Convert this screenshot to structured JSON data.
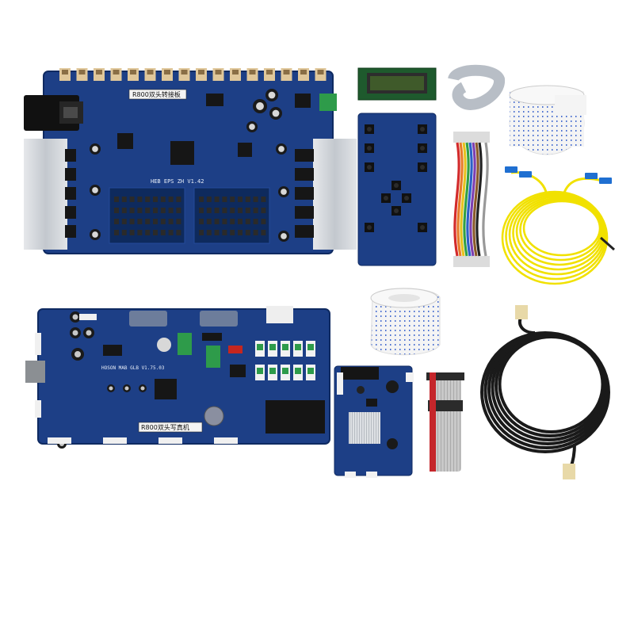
{
  "top_board": {
    "sticker": "R800双头转接板",
    "silk_model": "HEB EPS ZH V1.42"
  },
  "bottom_board": {
    "sticker": "R800双头写真机",
    "silk_model": "HOSON MAB GLB V1.75.03"
  },
  "colors": {
    "pcb_blue": "#1d3f86",
    "pcb_dark": "#14306b",
    "heatsink": "#cfd3d8",
    "fiber_yellow": "#f1e100",
    "fiber_connector": "#1f6fd1",
    "lan_cable": "#1a1a1a",
    "ffc_white": "#f2f2f2",
    "lcd_green": "#3f5a2a"
  },
  "icons": [
    "lcd-display",
    "ffc-ribbon-cable",
    "rainbow-ribbon-cable",
    "fiber-optic-cable",
    "ethernet-cable",
    "gray-ribbon-cable",
    "heatsink"
  ]
}
